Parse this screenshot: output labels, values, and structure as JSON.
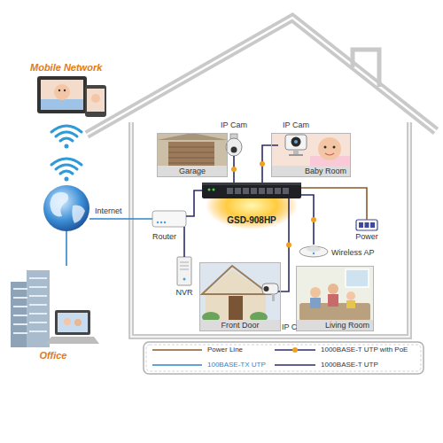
{
  "diagram": {
    "nodes": [
      {
        "text": [
          "Mobile Network"
        ]
      },
      {
        "text": [
          "Internet"
        ]
      },
      {
        "text": [
          "Office"
        ]
      },
      {
        "text": [
          "IP Cam"
        ]
      },
      {
        "text": [
          "Garage"
        ]
      },
      {
        "text": [
          "IP Cam"
        ]
      },
      {
        "text": [
          "Baby Room"
        ]
      },
      {
        "text": [
          "Router"
        ]
      },
      {
        "text": [
          "GSD-908HP"
        ]
      },
      {
        "text": [
          "Power"
        ]
      },
      {
        "text": [
          "NVR"
        ]
      },
      {
        "text": [
          "Wireless AP"
        ]
      },
      {
        "text": [
          "Front Door"
        ]
      },
      {
        "text": [
          "IP Cam"
        ]
      },
      {
        "text": [
          "Living Room"
        ]
      }
    ],
    "edges": [
      {
        "from": 1,
        "to": 7,
        "arrow": "none"
      },
      {
        "from": 1,
        "to": 2,
        "arrow": "none"
      },
      {
        "from": 7,
        "to": 8,
        "arrow": "none"
      },
      {
        "from": 7,
        "to": 10,
        "arrow": "none"
      },
      {
        "from": 8,
        "to": 3,
        "arrow": "none"
      },
      {
        "from": 8,
        "to": 5,
        "arrow": "none"
      },
      {
        "from": 8,
        "to": 13,
        "arrow": "none"
      },
      {
        "from": 8,
        "to": 11,
        "arrow": "none"
      },
      {
        "from": 8,
        "to": 9,
        "arrow": "none"
      }
    ],
    "legend": [
      {
        "text": "Power Line"
      },
      {
        "text": "1000BASE-T UTP with PoE"
      },
      {
        "text": "100BASE-TX UTP"
      },
      {
        "text": "1000BASE-T UTP"
      }
    ]
  }
}
